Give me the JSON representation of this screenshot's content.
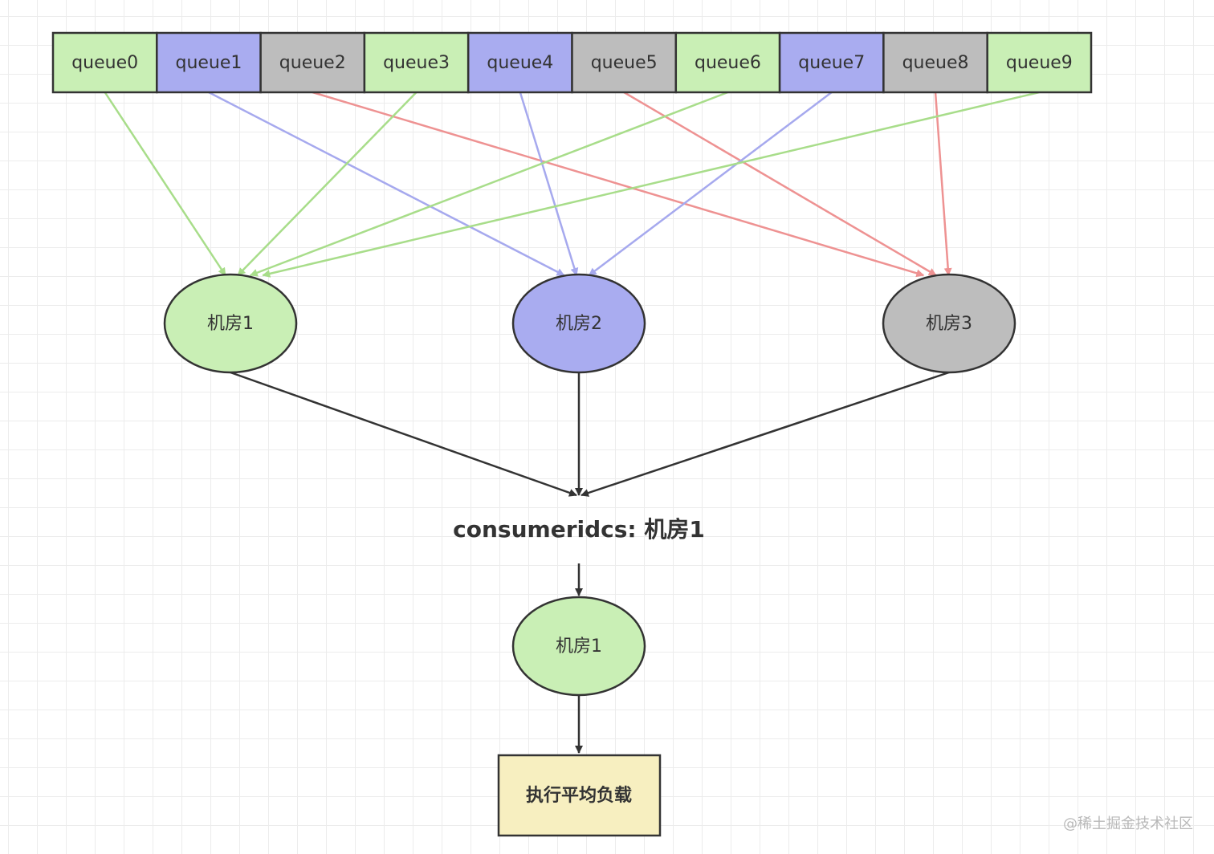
{
  "queues": [
    {
      "label": "queue0",
      "color": "#c9efb5",
      "target": 0
    },
    {
      "label": "queue1",
      "color": "#a9acf0",
      "target": 1
    },
    {
      "label": "queue2",
      "color": "#bdbdbd",
      "target": 2
    },
    {
      "label": "queue3",
      "color": "#c9efb5",
      "target": 0
    },
    {
      "label": "queue4",
      "color": "#a9acf0",
      "target": 1
    },
    {
      "label": "queue5",
      "color": "#bdbdbd",
      "target": 2
    },
    {
      "label": "queue6",
      "color": "#c9efb5",
      "target": 0
    },
    {
      "label": "queue7",
      "color": "#a9acf0",
      "target": 1
    },
    {
      "label": "queue8",
      "color": "#bdbdbd",
      "target": 2
    },
    {
      "label": "queue9",
      "color": "#c9efb5",
      "target": 0
    }
  ],
  "rooms": [
    {
      "label": "机房1",
      "color": "#c9efb5",
      "edge_color": "#a8dd8a"
    },
    {
      "label": "机房2",
      "color": "#a9acf0",
      "edge_color": "#a6a9ee"
    },
    {
      "label": "机房3",
      "color": "#bdbdbd",
      "edge_color": "#ee9292"
    }
  ],
  "consumer_label": "consumeridcs: 机房1",
  "selected_room": {
    "label": "机房1",
    "color": "#c9efb5"
  },
  "result_box": {
    "label": "执行平均负载",
    "color": "#f7efc0"
  },
  "watermark": "@稀土掘金技术社区"
}
